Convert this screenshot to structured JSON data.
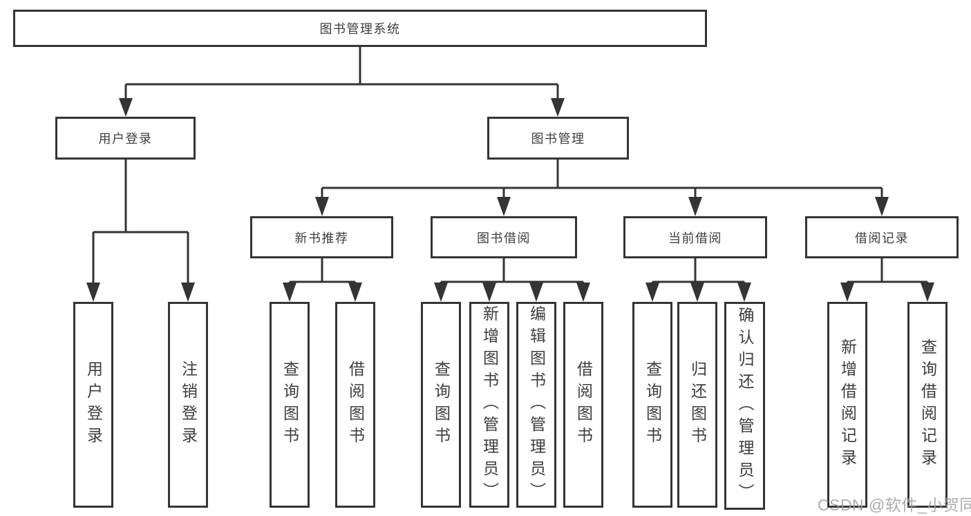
{
  "diagram_title": "图书管理系统",
  "colors": {
    "line": "#343434",
    "box_border": "#343434",
    "box_fill": "#ffffff",
    "text": "#3d3d3d",
    "watermark": "#9e9e9e"
  },
  "nodes": {
    "root": "图书管理系统",
    "user_login": "用户登录",
    "book_management": "图书管理",
    "new_book_recommend": "新书推荐",
    "book_borrowing": "图书借阅",
    "current_borrowing": "当前借阅",
    "borrowing_records": "借阅记录",
    "leaf_user_login": "用户登录",
    "leaf_logout": "注销登录",
    "rec_query_book": "查询图书",
    "rec_borrow_book": "借阅图书",
    "bb_query_book": "查询图书",
    "bb_add_book_admin": "新增图书（管理员）",
    "bb_edit_book_admin": "编辑图书（管理员）",
    "bb_borrow_book": "借阅图书",
    "cb_query_book": "查询图书",
    "cb_return_book": "归还图书",
    "cb_confirm_return_admin": "确认归还（管理员）",
    "br_add_record": "新增借阅记录",
    "br_query_record": "查询借阅记录"
  },
  "watermark": "CSDN @软件_小贺同学"
}
